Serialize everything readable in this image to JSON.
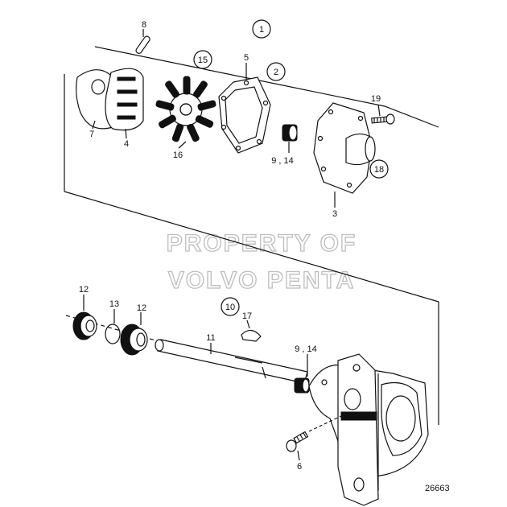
{
  "diagram": {
    "watermark_line1": "PROPERTY OF",
    "watermark_line2": "VOLVO PENTA",
    "ref_number": "26663",
    "callouts": {
      "c1": "1",
      "c2": "2",
      "c3": "3",
      "c4": "4",
      "c5": "5",
      "c6": "6",
      "c7": "7",
      "c8": "8",
      "c9_14_top": "9 , 14",
      "c9_14_bottom": "9 , 14",
      "c10": "10",
      "c11": "11",
      "c12_left": "12",
      "c12_right": "12",
      "c13": "13",
      "c15": "15",
      "c16": "16",
      "c17": "17",
      "c18": "18",
      "c19": "19"
    }
  }
}
